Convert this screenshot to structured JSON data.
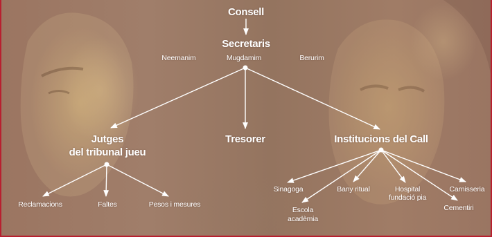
{
  "nodes": {
    "consell": "Consell",
    "secretaris": "Secretaris",
    "neemanim": "Neemanim",
    "mugdamim": "Mugdamim",
    "berurim": "Berurim",
    "jutges_line1": "Jutges",
    "jutges_line2": "del tribunal jueu",
    "tresorer": "Tresorer",
    "institucions": "Institucions del Call",
    "reclamacions": "Reclamacions",
    "faltes": "Faltes",
    "pesos": "Pesos i mesures",
    "sinagoga": "Sinagoga",
    "escola_line1": "Escola",
    "escola_line2": "acadèmia",
    "bany": "Bany ritual",
    "hospital_line1": "Hospital",
    "hospital_line2": "fundació pia",
    "carnisseria": "Carnisseria",
    "cementiri": "Cementiri"
  },
  "colors": {
    "background": "#a07c68",
    "text": "#ffffff",
    "lines": "#ffffff",
    "border": "#b8202f"
  }
}
